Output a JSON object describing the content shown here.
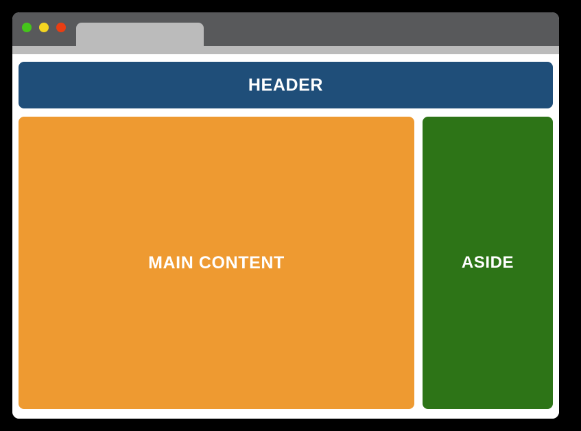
{
  "window": {
    "titlebar": {
      "traffic_lights": [
        {
          "name": "close-green",
          "color": "#45c51b"
        },
        {
          "name": "minimize-yellow",
          "color": "#f4d521"
        },
        {
          "name": "maximize-red",
          "color": "#ea3e12"
        }
      ],
      "tab": {
        "label": ""
      }
    }
  },
  "page": {
    "header": {
      "label": "HEADER"
    },
    "main": {
      "label": "MAIN CONTENT"
    },
    "aside": {
      "label": "ASIDE"
    }
  },
  "colors": {
    "page_background": "#000000",
    "window_chrome": "#58595b",
    "toolbar": "#bbbbbb",
    "tab": "#bbbbbb",
    "window_body": "#ffffff",
    "header": "#1f4e79",
    "main": "#ee9a31",
    "aside": "#2d7417",
    "label_text": "#ffffff"
  }
}
